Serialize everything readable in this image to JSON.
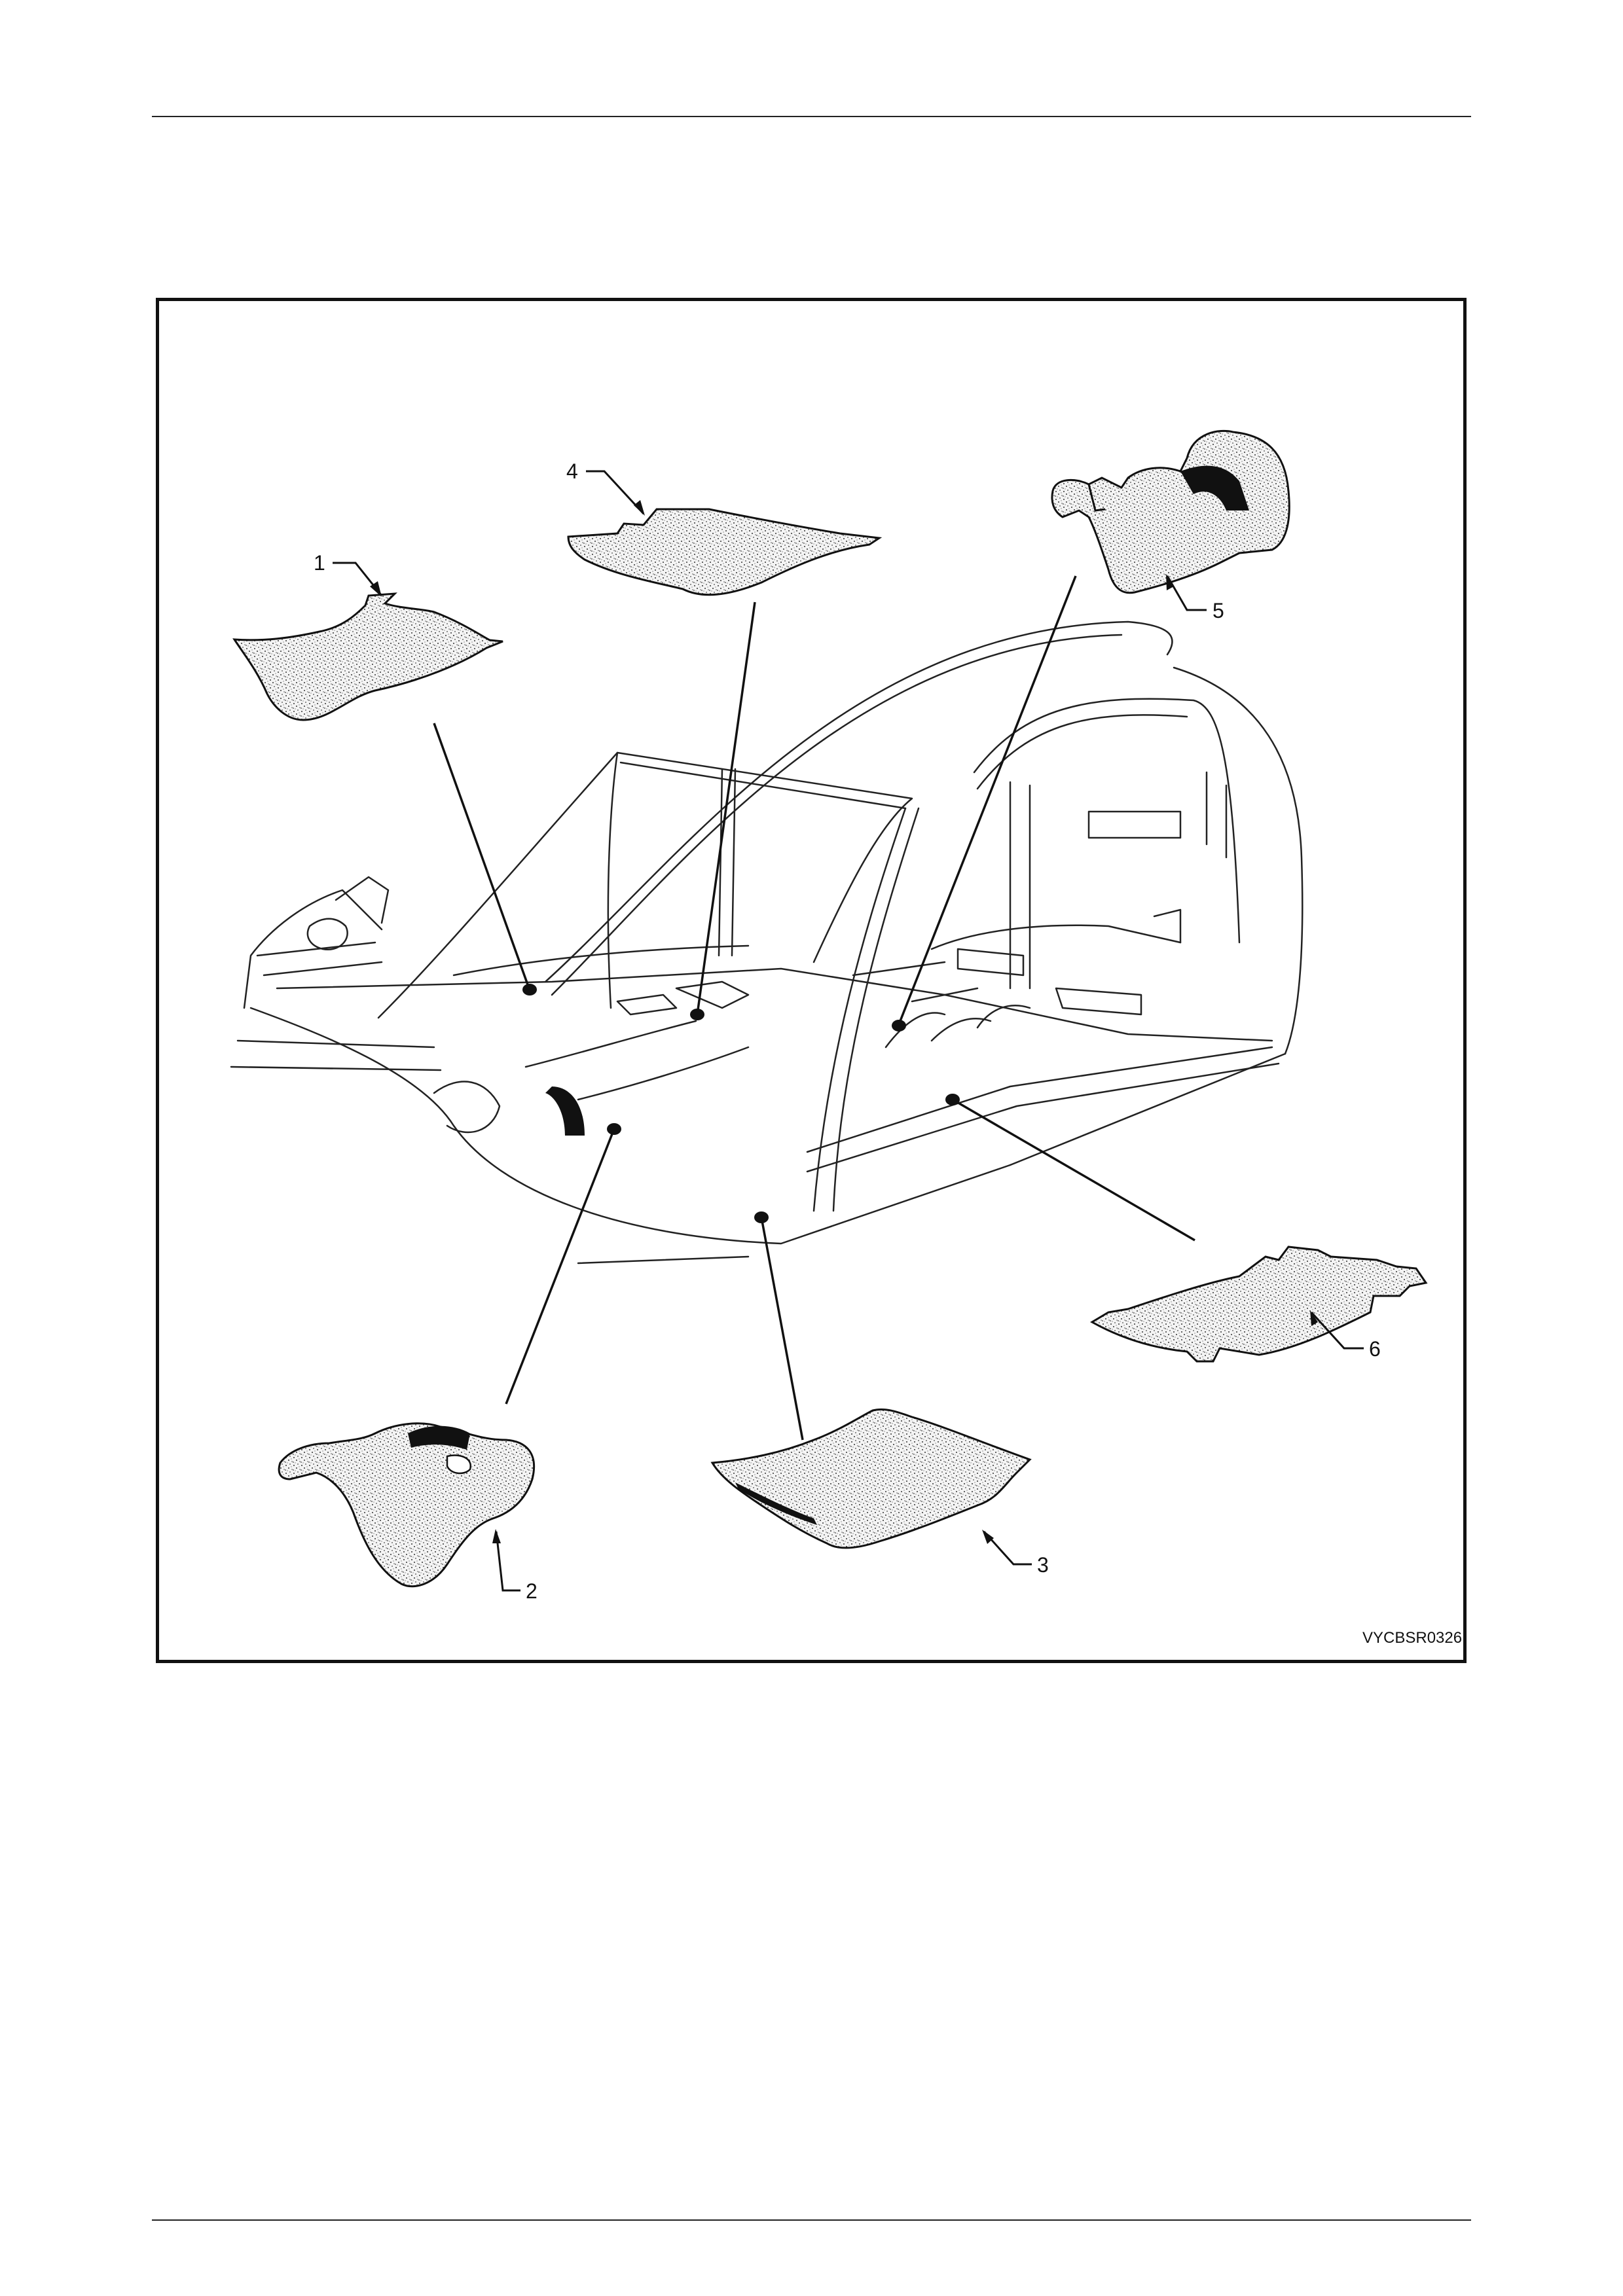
{
  "figure": {
    "code": "VYCBSR0326",
    "callouts": [
      {
        "id": "1",
        "label": "1"
      },
      {
        "id": "2",
        "label": "2"
      },
      {
        "id": "3",
        "label": "3"
      },
      {
        "id": "4",
        "label": "4"
      },
      {
        "id": "5",
        "label": "5"
      },
      {
        "id": "6",
        "label": "6"
      }
    ]
  }
}
